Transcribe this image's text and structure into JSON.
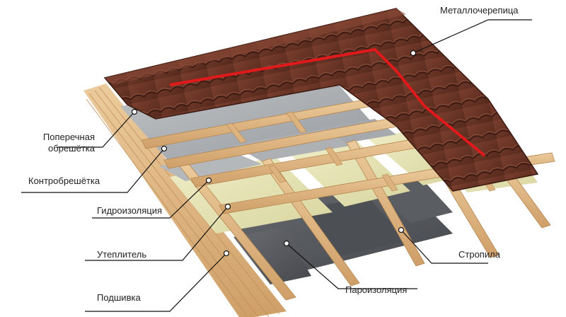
{
  "labels": {
    "metal_tile": "Металлочерепица",
    "cross_batten_line1": "Поперечная",
    "cross_batten_line2": "обрешётка",
    "counter_batten": "Контробрешётка",
    "waterproofing": "Гидроизоляция",
    "insulation": "Утеплитель",
    "soffit": "Подшивка",
    "rafters": "Стропила",
    "vapor_barrier": "Пароизоляция"
  },
  "colors": {
    "tile": "#6b3527",
    "tile_shadow": "#4a2219",
    "tile_highlight": "#8a4a37",
    "wood": "#e2bd8a",
    "wood_dark": "#c49661",
    "membrane": "#a9adb1",
    "insulation": "#e4e2b2",
    "vapor": "#55585d",
    "accent_line": "#e0191b",
    "leader": "#111111"
  }
}
